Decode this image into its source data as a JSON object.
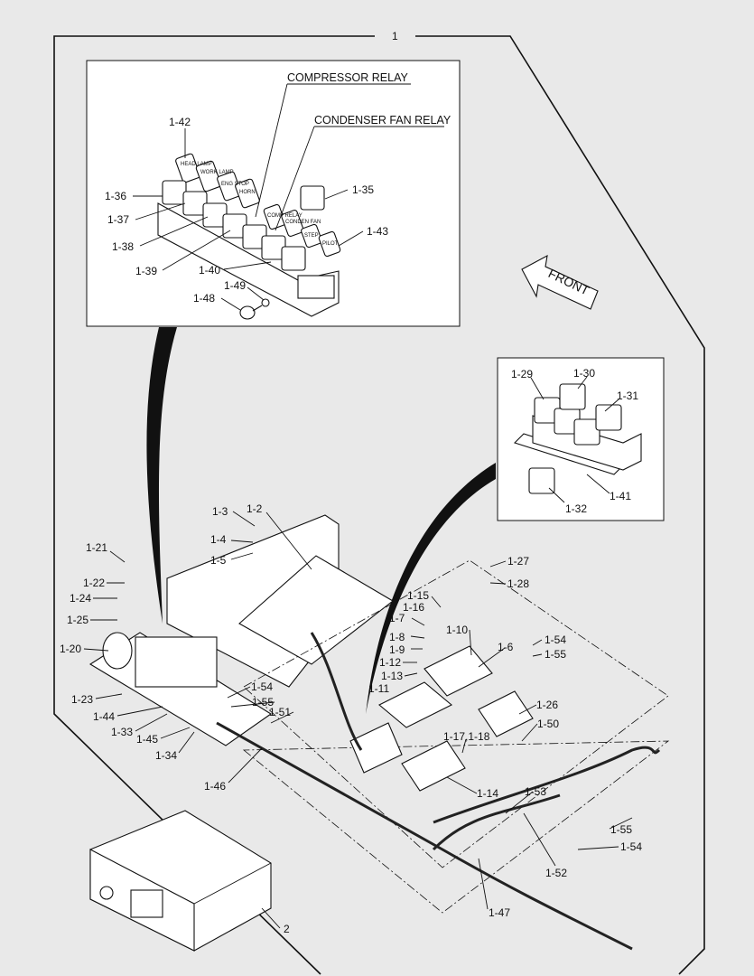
{
  "assembly_number": "1",
  "front_arrow_label": "FRONT",
  "top_inset": {
    "captions": [
      "COMPRESSOR RELAY",
      "CONDENSER FAN RELAY"
    ],
    "labels": [
      "1-42",
      "1-36",
      "1-35",
      "1-37",
      "1-43",
      "1-38",
      "1-39",
      "1-40",
      "1-49",
      "1-48"
    ],
    "relay_tags": [
      "HEAD LAMP",
      "WORK LAMP",
      "ENG STOP",
      "HORN",
      "COMP RELAY",
      "CONDEN FAN",
      "STEP",
      "PILOT"
    ]
  },
  "right_inset": {
    "labels": [
      "1-29",
      "1-30",
      "1-31",
      "1-41",
      "1-32"
    ]
  },
  "main": {
    "labels": [
      "1-3",
      "1-2",
      "1-4",
      "1-5",
      "1-21",
      "1-22",
      "1-24",
      "1-25",
      "1-20",
      "1-23",
      "1-44",
      "1-33",
      "1-45",
      "1-34",
      "1-54",
      "1-55",
      "1-51",
      "1-46",
      "1-27",
      "1-28",
      "1-15",
      "1-16",
      "1-7",
      "1-10",
      "1-8",
      "1-6",
      "1-54",
      "1-55",
      "1-9",
      "1-12",
      "1-13",
      "1-11",
      "1-26",
      "1-50",
      "1-17,1-18",
      "1-14",
      "1-53",
      "1-55",
      "1-54",
      "1-52",
      "1-47",
      "2"
    ]
  }
}
